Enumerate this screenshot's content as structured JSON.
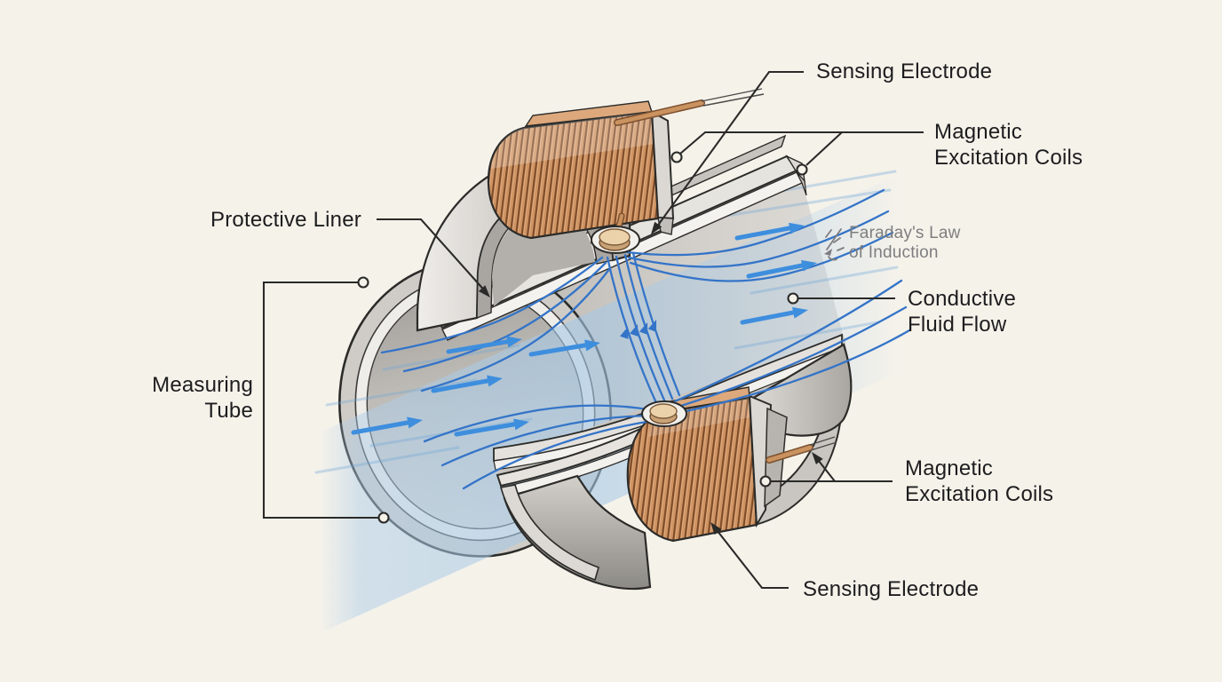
{
  "labels": {
    "sensing_electrode_top": {
      "text": "Sensing Electrode"
    },
    "magnetic_coils_top": {
      "line1": "Magnetic",
      "line2": "Excitation Coils"
    },
    "faraday_note": {
      "line1": "Faraday's Law",
      "line2": "of Induction"
    },
    "conductive_fluid": {
      "line1": "Conductive",
      "line2": "Fluid Flow"
    },
    "measuring_tube": {
      "line1": "Measuring",
      "line2": "Tube"
    },
    "protective_liner": {
      "text": "Protective Liner"
    },
    "magnetic_coils_bottom": {
      "line1": "Magnetic",
      "line2": "Excitation Coils"
    },
    "sensing_electrode_bottom": {
      "text": "Sensing Electrode"
    }
  },
  "colors": {
    "background": "#f5f2ea",
    "label_text": "#1d1d1f",
    "annotation_gray": "#7e7e80",
    "leader_line": "#2a2a28",
    "outline_dark": "#2b2b29",
    "flow_arrow_blue": "#3e8ede",
    "field_line_blue": "#3474c8",
    "fluid_band_blue": "#b7d4ea",
    "coil_copper": "#cf9463",
    "coil_copper_dark": "#7e4b27",
    "electrode_tan": "#ecd2ab",
    "tube_gray_light": "#e8e6e1",
    "tube_gray_mid": "#c5c2bd",
    "tube_gray_dark": "#8f8d89"
  }
}
